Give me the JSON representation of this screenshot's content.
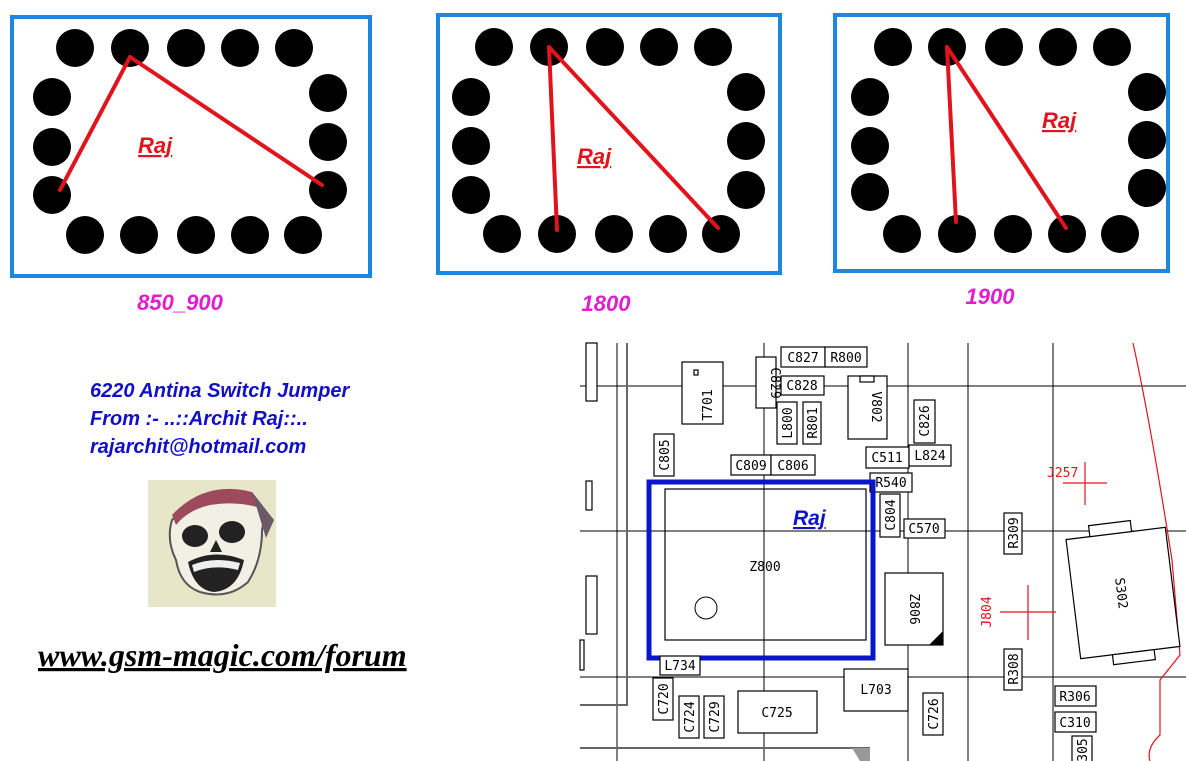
{
  "panels": [
    {
      "band": "850_900",
      "watermark": "Raj"
    },
    {
      "band": "1800",
      "watermark": "Raj"
    },
    {
      "band": "1900",
      "watermark": "Raj"
    }
  ],
  "info": {
    "title": "6220 Antina Switch Jumper",
    "from": "From :- ..::Archit Raj::..",
    "email": "rajarchit@hotmail.com"
  },
  "url": "www.gsm-magic.com/forum",
  "pcb": {
    "watermark": "Raj",
    "labels": [
      "C827",
      "R800",
      "C829",
      "C828",
      "T701",
      "L800",
      "R801",
      "V802",
      "C826",
      "C805",
      "C809",
      "C806",
      "C511",
      "L824",
      "R540",
      "C804",
      "C570",
      "Z800",
      "Z806",
      "R309",
      "J257",
      "J804",
      "S302",
      "R308",
      "L734",
      "C720",
      "C724",
      "C729",
      "C725",
      "L703",
      "C726",
      "R306",
      "C310",
      "305"
    ]
  },
  "colors": {
    "panel_border": "#1c86e0",
    "jumper": "#e0141c",
    "band_label": "#e01ed0",
    "info_text": "#1010c8",
    "highlight": "#0a14c8"
  }
}
